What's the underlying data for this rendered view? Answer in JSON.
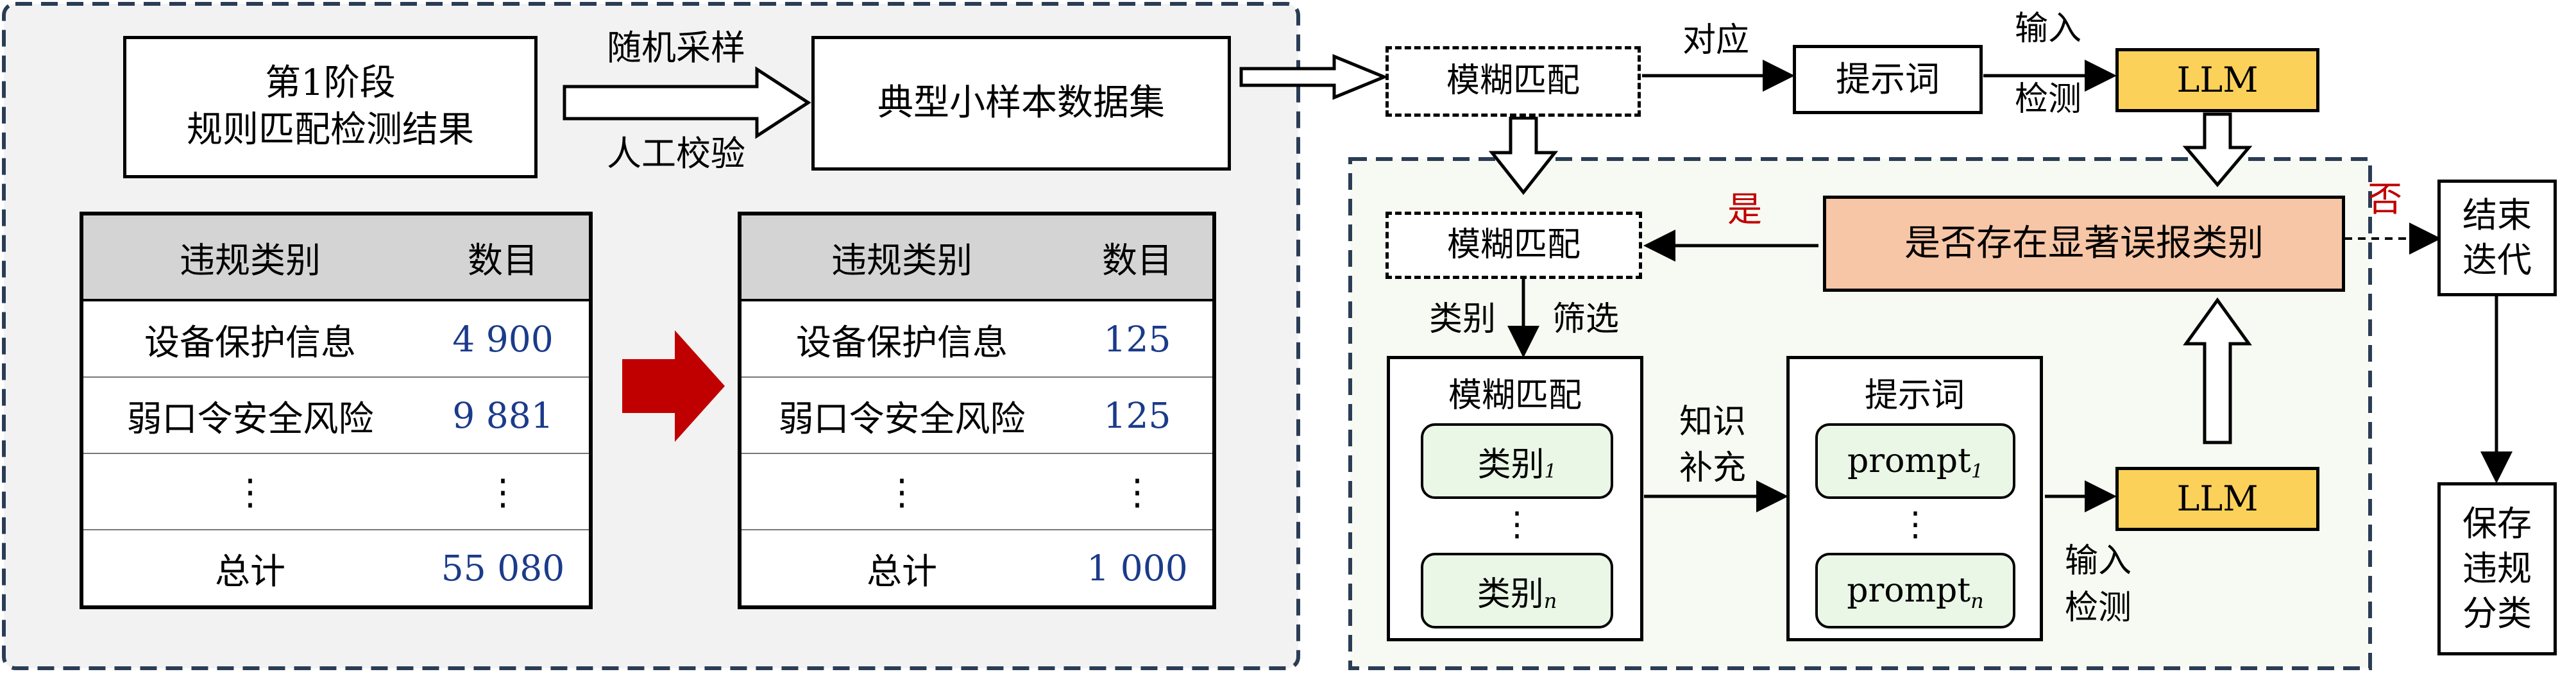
{
  "stage1_result": [
    "第1阶段",
    "规则匹配检测结果"
  ],
  "edge_random_sample": "随机采样",
  "edge_manual_check": "人工校验",
  "typical_dataset": "典型小样本数据集",
  "fuzzy_match": "模糊匹配",
  "edge_correspond": "对应",
  "prompt_word": "提示词",
  "edge_input": "输入",
  "edge_detect": "检测",
  "llm": "LLM",
  "edge_yes": "是",
  "edge_no": "否",
  "decision": "是否存在显著误报类别",
  "end_iter": [
    "结束",
    "迭代"
  ],
  "save_class": [
    "保存",
    "违规",
    "分类"
  ],
  "edge_category": "类别",
  "edge_filter": "筛选",
  "edge_knowledge": [
    "知识",
    "补充"
  ],
  "category_item": "类别",
  "sub_1": "1",
  "sub_n": "n",
  "prompt_item": "prompt",
  "vertical_dots": "⋮",
  "table_left": {
    "headers": [
      "违规类别",
      "数目"
    ],
    "rows": [
      [
        "设备保护信息",
        "4 900"
      ],
      [
        "弱口令安全风险",
        "9 881"
      ],
      [
        "⋮",
        "⋮"
      ],
      [
        "总计",
        "55 080"
      ]
    ]
  },
  "table_right": {
    "headers": [
      "违规类别",
      "数目"
    ],
    "rows": [
      [
        "设备保护信息",
        "125"
      ],
      [
        "弱口令安全风险",
        "125"
      ],
      [
        "⋮",
        "⋮"
      ],
      [
        "总计",
        "1 000"
      ]
    ]
  },
  "colors": {
    "left_panel_bg": "#f2f2f2",
    "panel_border": "#2b3d55",
    "right_panel_bg": "#f7faf2",
    "llm_fill": "#fcd15a",
    "decision_fill": "#f7c6a6",
    "red_arrow": "#c00000",
    "pill_fill": "#eaf6e6",
    "header_fill": "#d4d4d4",
    "number_blue": "#1b3b8a"
  }
}
